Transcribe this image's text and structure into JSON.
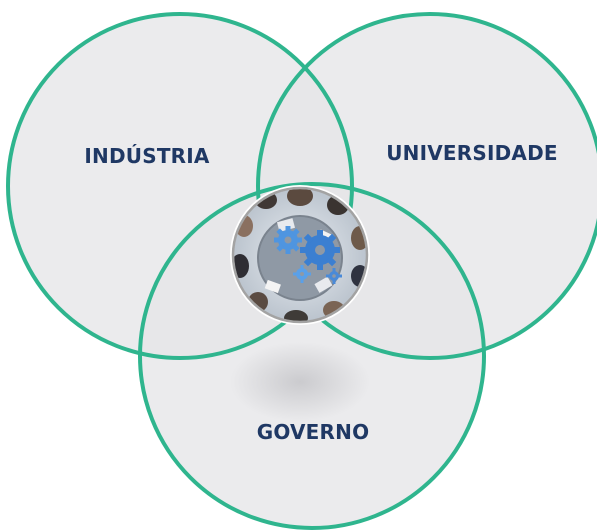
{
  "diagram": {
    "type": "venn",
    "sets": [
      {
        "key": "industria",
        "label": "INDÚSTRIA"
      },
      {
        "key": "universidade",
        "label": "UNIVERSIDADE"
      },
      {
        "key": "governo",
        "label": "GOVERNO"
      }
    ],
    "center_image": {
      "icon": "team-meeting-gears-icon"
    }
  },
  "colors": {
    "circle_stroke": "#2fb58e",
    "circle_fill": "#e6e6e8",
    "label_text": "#1f3864",
    "center_ring": "#9a9a9a",
    "gear_blue": "#3b7fd1",
    "table_gray": "#9aa3ad"
  }
}
